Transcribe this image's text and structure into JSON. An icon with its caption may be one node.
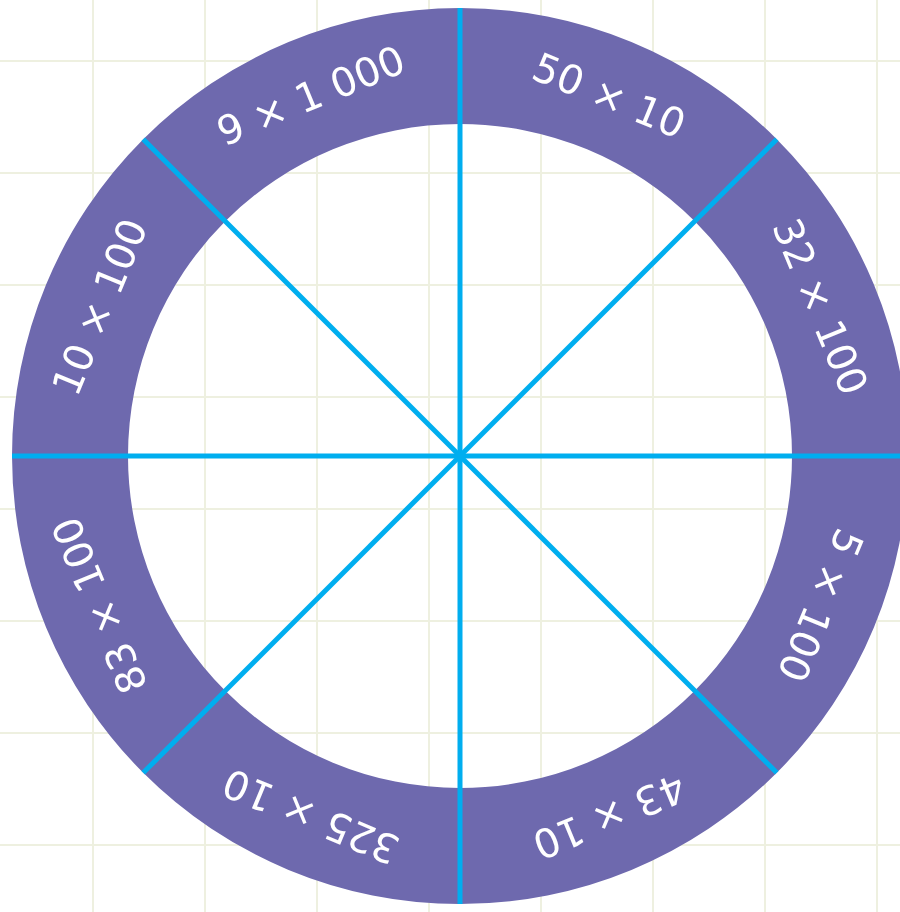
{
  "diagram": {
    "nodes": [
      {
        "text": [
          "50 × 10"
        ]
      },
      {
        "text": [
          "32 × 100"
        ]
      },
      {
        "text": [
          "5 × 100"
        ]
      },
      {
        "text": [
          "43 × 10"
        ]
      },
      {
        "text": [
          "325 × 10"
        ]
      },
      {
        "text": [
          "83 × 100"
        ]
      },
      {
        "text": [
          "10 × 100"
        ]
      },
      {
        "text": [
          "9 × 1 000"
        ]
      }
    ]
  }
}
